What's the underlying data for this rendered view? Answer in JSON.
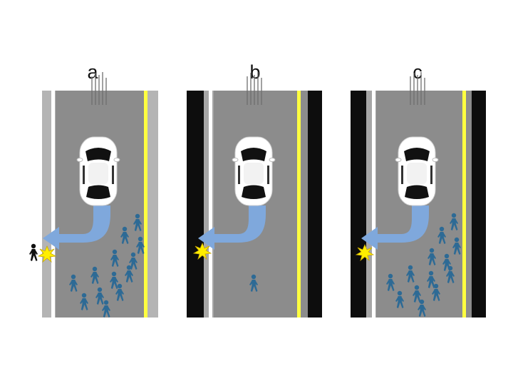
{
  "panels": [
    {
      "label": "a",
      "walkers_in_lane": 13,
      "pedestrian_on_sidewalk": 1,
      "left_edge": "sidewalk",
      "right_edge": "sidewalk"
    },
    {
      "label": "b",
      "walkers_in_lane": 1,
      "pedestrian_on_sidewalk": 0,
      "left_edge": "barrier",
      "right_edge": "barrier"
    },
    {
      "label": "c",
      "walkers_in_lane": 13,
      "pedestrian_on_sidewalk": 0,
      "left_edge": "barrier",
      "right_edge": "barrier"
    }
  ],
  "colors": {
    "road": "#8c8c8c",
    "sidewalk": "#b4b4b4",
    "barrier": "#0d0d0d",
    "edge_line": "#ffffff",
    "center_line": "#ffff40",
    "walker": "#2d6a95",
    "arrow": "#7fa8dc",
    "impact": "#ffee00",
    "pedestrian": "#111111"
  }
}
